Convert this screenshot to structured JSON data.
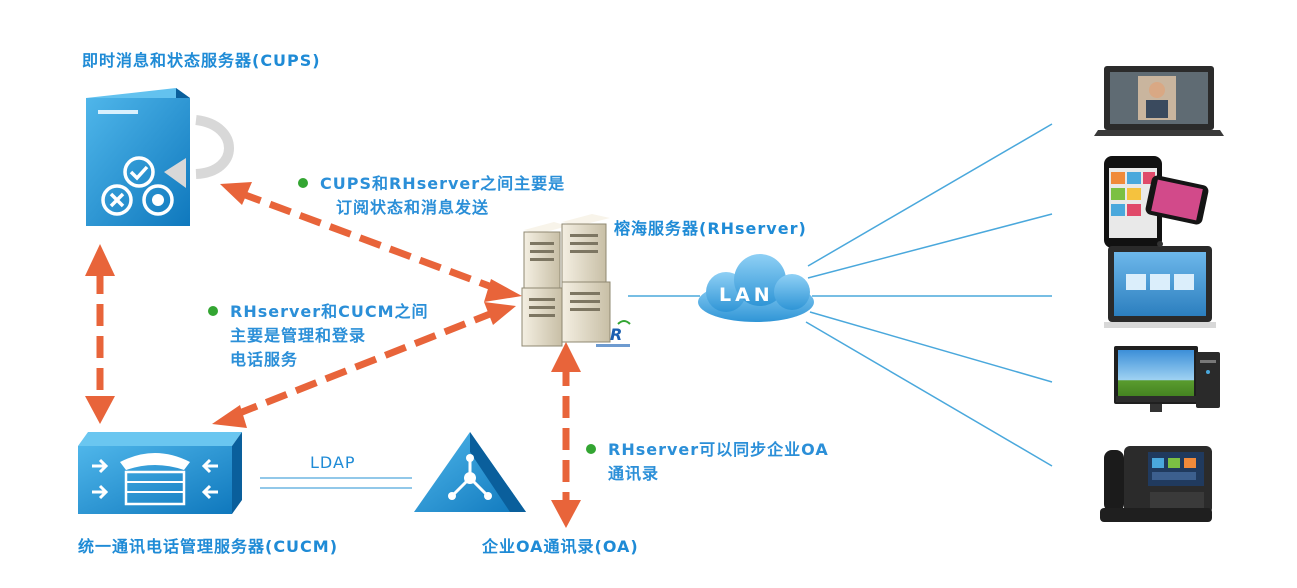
{
  "nodes": {
    "cups": {
      "label": "即时消息和状态服务器(CUPS)"
    },
    "rhserver": {
      "label": "榕海服务器(RHserver)"
    },
    "cucm": {
      "label": "统一通讯电话管理服务器(CUCM)"
    },
    "oa": {
      "label": "企业OA通讯录(OA)"
    },
    "lan": {
      "label": "LAN"
    },
    "ldap": {
      "label": "LDAP"
    }
  },
  "notes": {
    "cups_rh": {
      "line1": "CUPS和RHserver之间主要是",
      "line2": "订阅状态和消息发送"
    },
    "rh_cucm": {
      "line1": "RHserver和CUCM之间",
      "line2": "主要是管理和登录",
      "line3": "电话服务"
    },
    "rh_oa": {
      "line1": "RHserver可以同步企业OA",
      "line2": "通讯录"
    }
  },
  "colors": {
    "label_blue": "#1f8bd6",
    "arrow_orange": "#e8643a",
    "bullet_green": "#33a532",
    "line_blue": "#4aa8dc",
    "device_blue": "#1a8fd0"
  },
  "icons": [
    "cups-server-icon",
    "rhserver-icon",
    "cucm-icon",
    "oa-directory-icon",
    "lan-cloud-icon",
    "laptop-icon",
    "smartphone-icon",
    "video-phone-icon",
    "desktop-pc-icon",
    "ip-phone-icon"
  ]
}
